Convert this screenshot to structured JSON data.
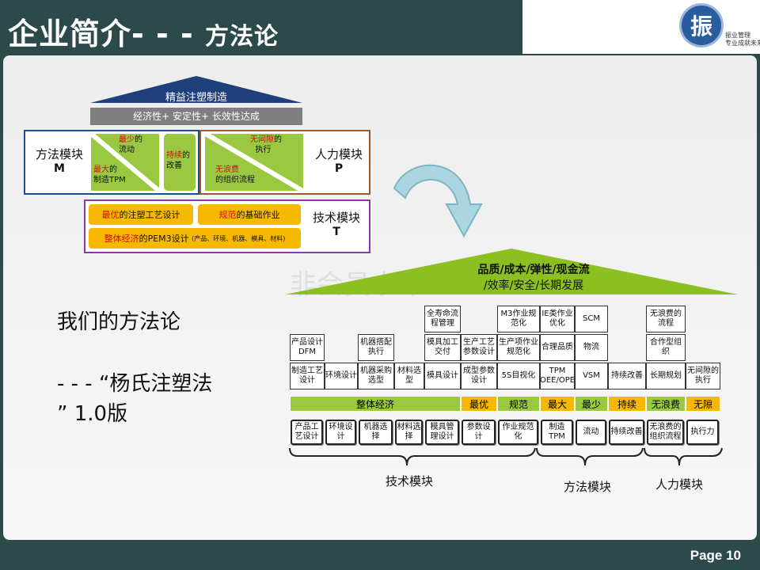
{
  "header": {
    "title_main": "企业简介- - - ",
    "title_sub": "方法论"
  },
  "logo": {
    "glyph": "振",
    "line1": "振业管理",
    "line2": "专业成就未来"
  },
  "footer": {
    "page": "Page 10"
  },
  "left_diagram": {
    "roof": "精益注塑制造",
    "pillars": "经济性+ 安定性+ 长效性达成",
    "M": {
      "name": "方法模块",
      "letter": "M",
      "top_red": "最少",
      "top_rest": "的",
      "top_line2": "流动",
      "bot_red": "最大",
      "bot_rest": "的",
      "bot_line2": "制造TPM",
      "side_red": "持续",
      "side_rest": "的",
      "side_line2": "改善"
    },
    "P": {
      "name": "人力模块",
      "letter": "P",
      "top_red": "无间隙",
      "top_rest": "的",
      "top_line2": "执行",
      "bot_red": "无浪费",
      "bot_line2": "的组织流程"
    },
    "T": {
      "name": "技术模块",
      "letter": "T",
      "b1_red": "最优",
      "b1_rest": "的注塑工艺设计",
      "b2_red": "规范",
      "b2_rest": "的基础作业",
      "b3_red": "整体经济",
      "b3_rest": "的PEM3设计",
      "b3_small": "(产品、环境、机器、模具、材料)"
    }
  },
  "mid_text": {
    "line1": "我们的方法论",
    "line2": "- - -  “杨氏注塑法",
    "line3": "”  1.0版"
  },
  "watermark": "非会员水印",
  "right_diagram": {
    "roof_line1": "品质/成本/弹性/现金流",
    "roof_line2": "/效率/安全/长期发展",
    "row1": [
      "全寿命流程管理",
      "M3作业规范化",
      "IE类作业优化",
      "SCM",
      "无浪费的流程"
    ],
    "row2": [
      "产品设计DFM",
      "机器搭配执行",
      "模具加工交付",
      "生产工艺参数设计",
      "生产项作业规范化",
      "合理品质",
      "物流",
      "合作型组织"
    ],
    "row3": [
      "制造工艺设计",
      "环境设计",
      "机器采购选型",
      "材料选型",
      "模具设计",
      "成型参数设计",
      "5S目视化",
      "TPM OEE/OPE",
      "VSM",
      "持续改善",
      "长期规划",
      "无间隙的执行"
    ],
    "bar": [
      "整体经济",
      "最优",
      "规范",
      "最大",
      "最少",
      "持续",
      "无浪费",
      "无隙"
    ],
    "bottom": [
      "产品工艺设计",
      "环境设计",
      "机器选择",
      "材料选择",
      "模具管理设计",
      "参数设计",
      "作业规范化",
      "制造TPM",
      "流动",
      "持续改善",
      "无浪费的组织流程",
      "执行力"
    ],
    "groups": [
      "技术模块",
      "方法模块",
      "人力模块"
    ]
  }
}
